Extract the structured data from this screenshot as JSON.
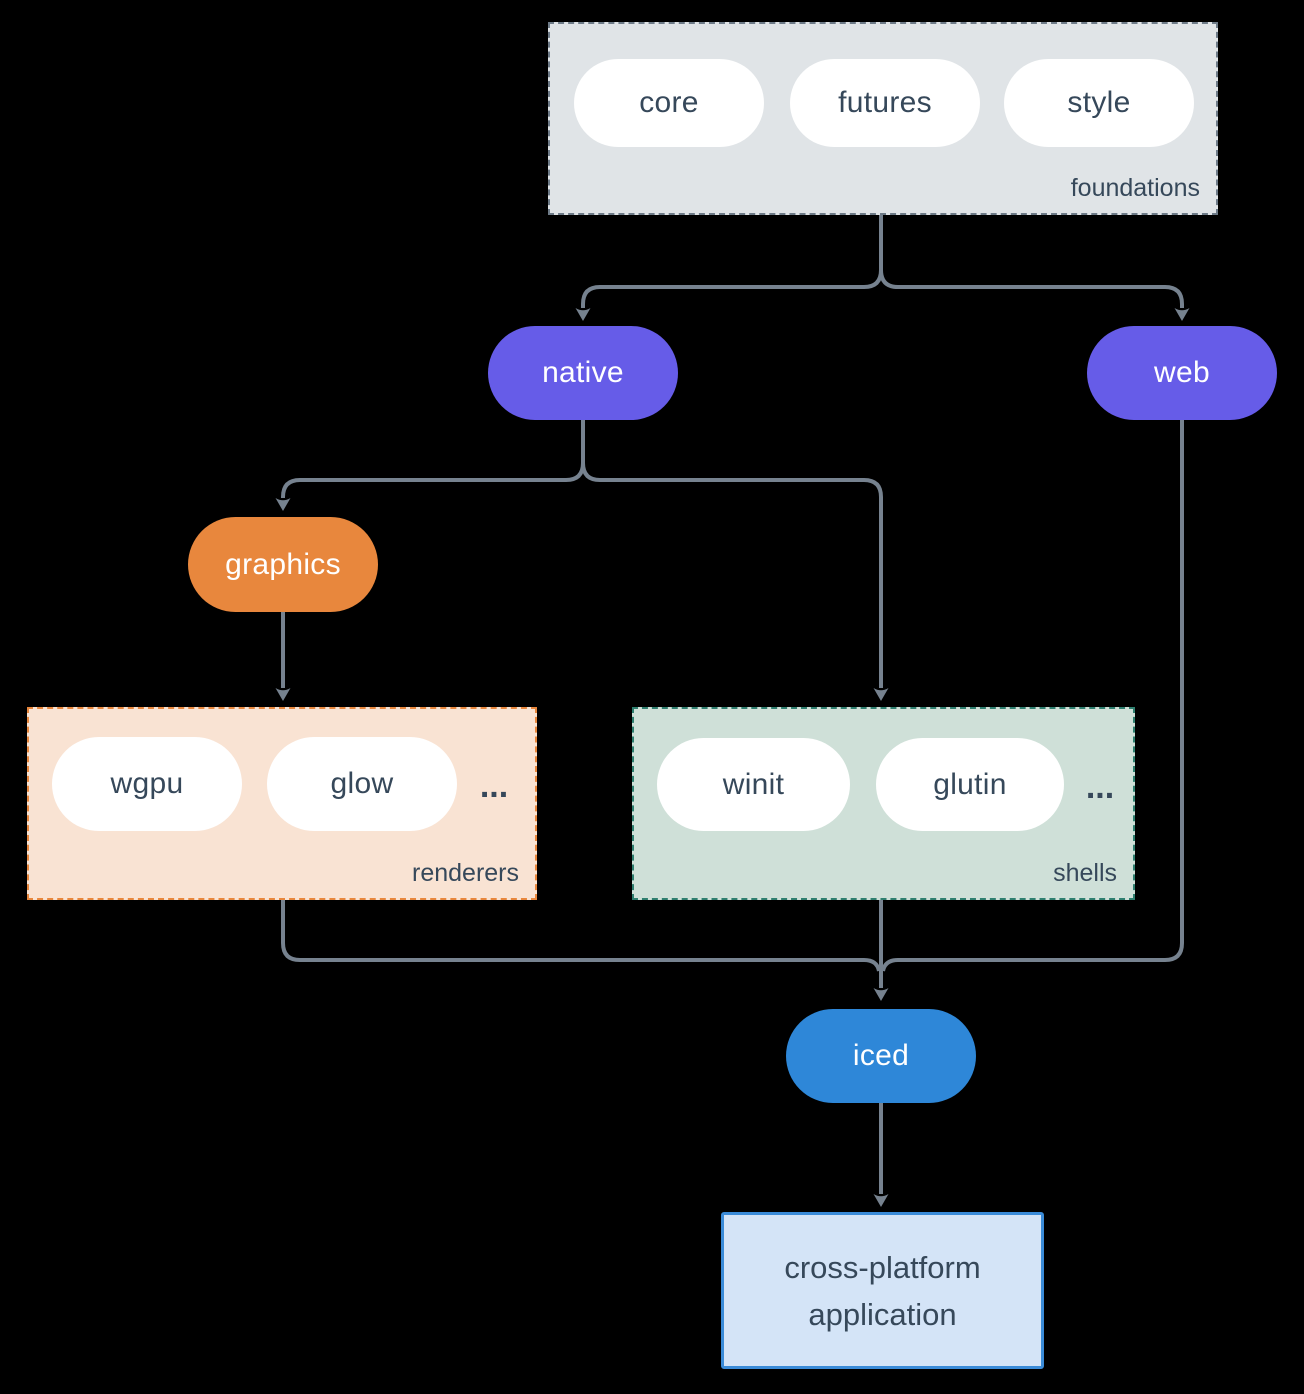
{
  "diagram": {
    "background": "#000000",
    "connector_color": "#76828F",
    "groups": {
      "foundations": {
        "label": "foundations",
        "fill": "#E0E4E7",
        "border": "#6E7B88",
        "items": [
          "core",
          "futures",
          "style"
        ]
      },
      "renderers": {
        "label": "renderers",
        "fill": "#F9E3D3",
        "border": "#E8873D",
        "items": [
          "wgpu",
          "glow"
        ],
        "more": "..."
      },
      "shells": {
        "label": "shells",
        "fill": "#CFE0D8",
        "border": "#2F7F6F",
        "items": [
          "winit",
          "glutin"
        ],
        "more": "..."
      }
    },
    "nodes": {
      "native": {
        "label": "native",
        "color": "#665CE8"
      },
      "web": {
        "label": "web",
        "color": "#665CE8"
      },
      "graphics": {
        "label": "graphics",
        "color": "#E8873D"
      },
      "iced": {
        "label": "iced",
        "color": "#2E87D8"
      },
      "application": {
        "line1": "cross-platform",
        "line2": "application",
        "fill": "#D4E4F7",
        "border": "#3A8BD8"
      }
    }
  }
}
